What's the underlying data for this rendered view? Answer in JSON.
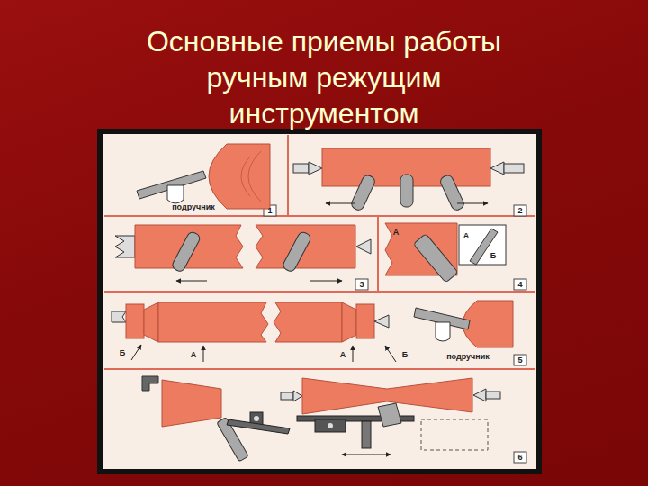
{
  "diagram": {
    "title": "Основные приемы работы ручным режущим инструментом",
    "labels": [
      "подручник",
      "1",
      "2",
      "А",
      "А",
      "Б",
      "3",
      "4",
      "Б",
      "А",
      "А",
      "Б",
      "подручник",
      "5",
      "6"
    ]
  }
}
